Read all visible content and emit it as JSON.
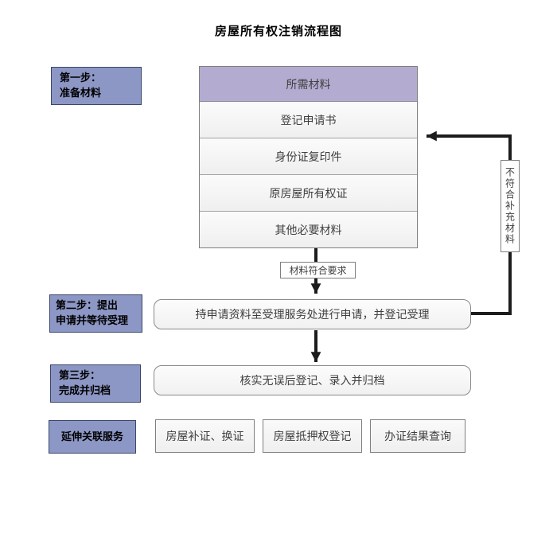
{
  "title": "房屋所有权注销流程图",
  "steps": [
    {
      "line1": "第一步：",
      "line2": "准备材料"
    },
    {
      "line1": "第二步：提出",
      "line2": "申请并等待受理"
    },
    {
      "line1": "第三步：",
      "line2": "完成并归档"
    }
  ],
  "materials": {
    "header": "所需材料",
    "items": [
      "登记申请书",
      "身份证复印件",
      "原房屋所有权证",
      "其他必要材料"
    ]
  },
  "flow": {
    "condition_ok": "材料符合要求",
    "condition_fail": "不符合补充材料",
    "process_apply": "持申请资料至受理服务处进行申请，并登记受理",
    "process_archive": "核实无误后登记、录入并归档"
  },
  "services": {
    "label": "延伸关联服务",
    "items": [
      "房屋补证、换证",
      "房屋抵押权登记",
      "办证结果查询"
    ]
  },
  "colors": {
    "step_fill": "#8d97c5",
    "step_border": "#3a4667",
    "header_fill": "#b4abd0",
    "row_fill": "#f5f5f5",
    "arrow": "#1c1c1c"
  }
}
